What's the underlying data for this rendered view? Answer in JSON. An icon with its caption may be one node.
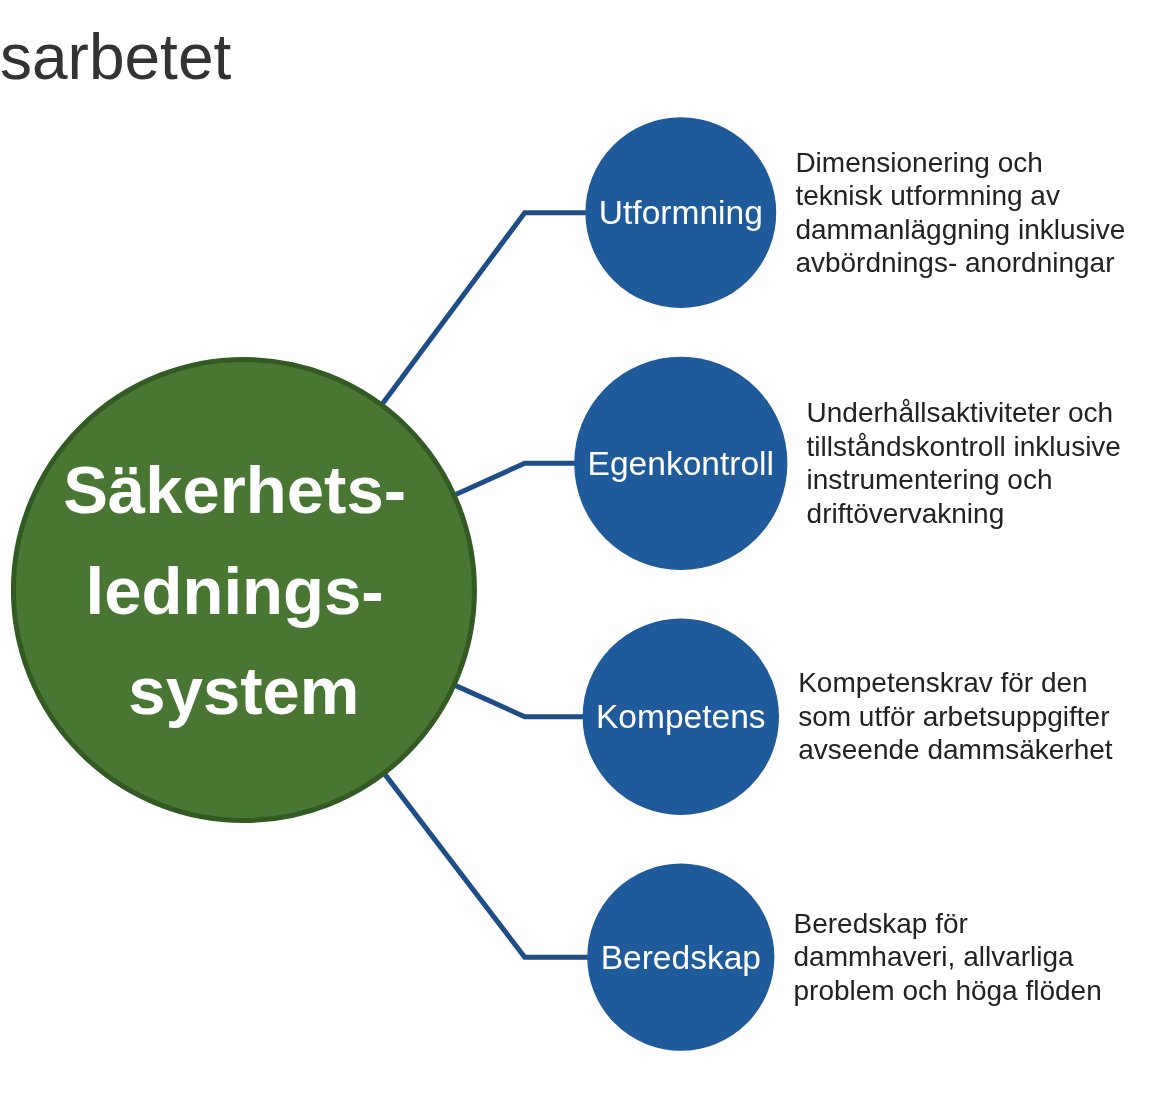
{
  "diagram": {
    "title": "sarbetet",
    "nodes": [
      {
        "text": [
          "Säkerhets- lednings- system"
        ]
      },
      {
        "text": [
          "Utformning"
        ],
        "beside": [
          "Dimensionering och teknisk utformning av dammanläggning inklusive avbördnings- anordningar"
        ]
      },
      {
        "text": [
          "Egenkontroll"
        ],
        "beside": [
          "Underhållsaktiviteter och tillståndskontroll inklusive instrumentering och driftövervakning"
        ]
      },
      {
        "text": [
          "Kompetens"
        ],
        "beside": [
          "Kompetenskrav för den som utför arbetsuppgifter avseende dammsäkerhet"
        ]
      },
      {
        "text": [
          "Beredskap"
        ],
        "beside": [
          "Beredskap för dammhaveri, allvarliga problem och höga flöden"
        ]
      }
    ],
    "edges": [
      {
        "from": 0,
        "to": 1,
        "arrow": "none"
      },
      {
        "from": 0,
        "to": 2,
        "arrow": "none"
      },
      {
        "from": 0,
        "to": 3,
        "arrow": "none"
      },
      {
        "from": 0,
        "to": 4,
        "arrow": "none"
      }
    ]
  }
}
